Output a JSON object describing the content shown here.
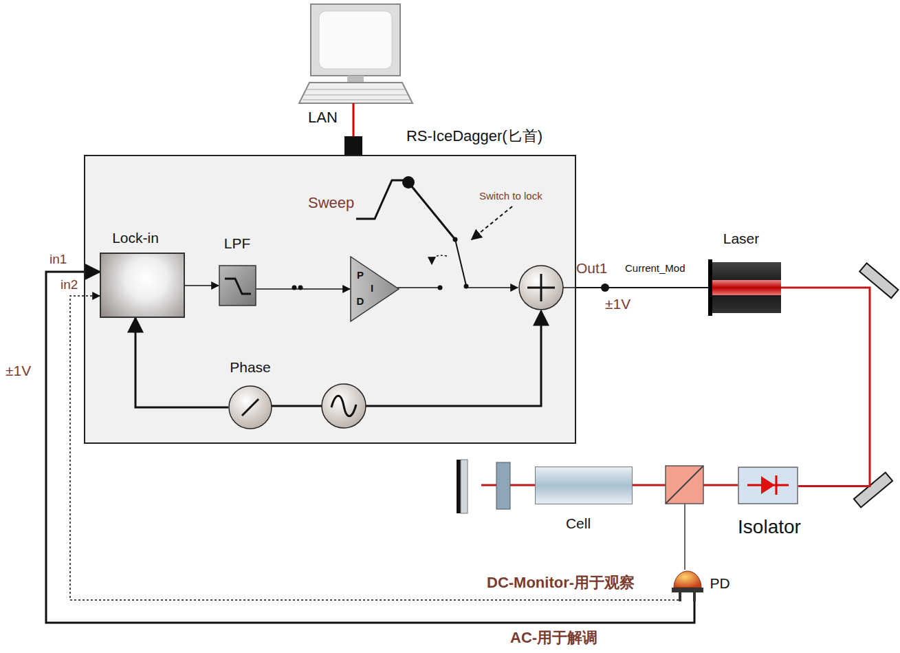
{
  "diagram": {
    "nodes": [
      {
        "text": [
          "RS-IceDagger(匕首)"
        ]
      },
      {
        "text": [
          "Lock-in"
        ],
        "in": 0
      },
      {
        "text": [
          "LPF"
        ],
        "in": 0
      },
      {
        "text": [
          "P",
          "I",
          "D"
        ],
        "in": 0
      },
      {
        "text": [
          "Phase"
        ],
        "in": 0
      },
      {
        "text": [
          "Laser"
        ]
      },
      {
        "text": [
          "Isolator"
        ]
      },
      {
        "text": [
          "Cell"
        ]
      },
      {
        "text": [
          "PD"
        ]
      }
    ],
    "edges": [
      {
        "from": 1,
        "to": 2,
        "arrow": "to"
      },
      {
        "from": 2,
        "to": 3,
        "arrow": "to"
      },
      {
        "from": 4,
        "to": 1,
        "arrow": "to"
      },
      {
        "from": 8,
        "to": 1,
        "arrow": "to",
        "label": "AC-用于解调"
      },
      {
        "from": 8,
        "to": 1,
        "arrow": "to",
        "label": "DC-Monitor-用于观察"
      },
      {
        "from": 0,
        "to": 5,
        "arrow": "none",
        "label": "Current_Mod"
      },
      {
        "from": 5,
        "to": 6,
        "arrow": "none"
      }
    ],
    "labels": [
      "LAN",
      "Sweep",
      "Switch to lock",
      "in1",
      "in2",
      "Out1",
      "±1V",
      "±1V"
    ]
  }
}
